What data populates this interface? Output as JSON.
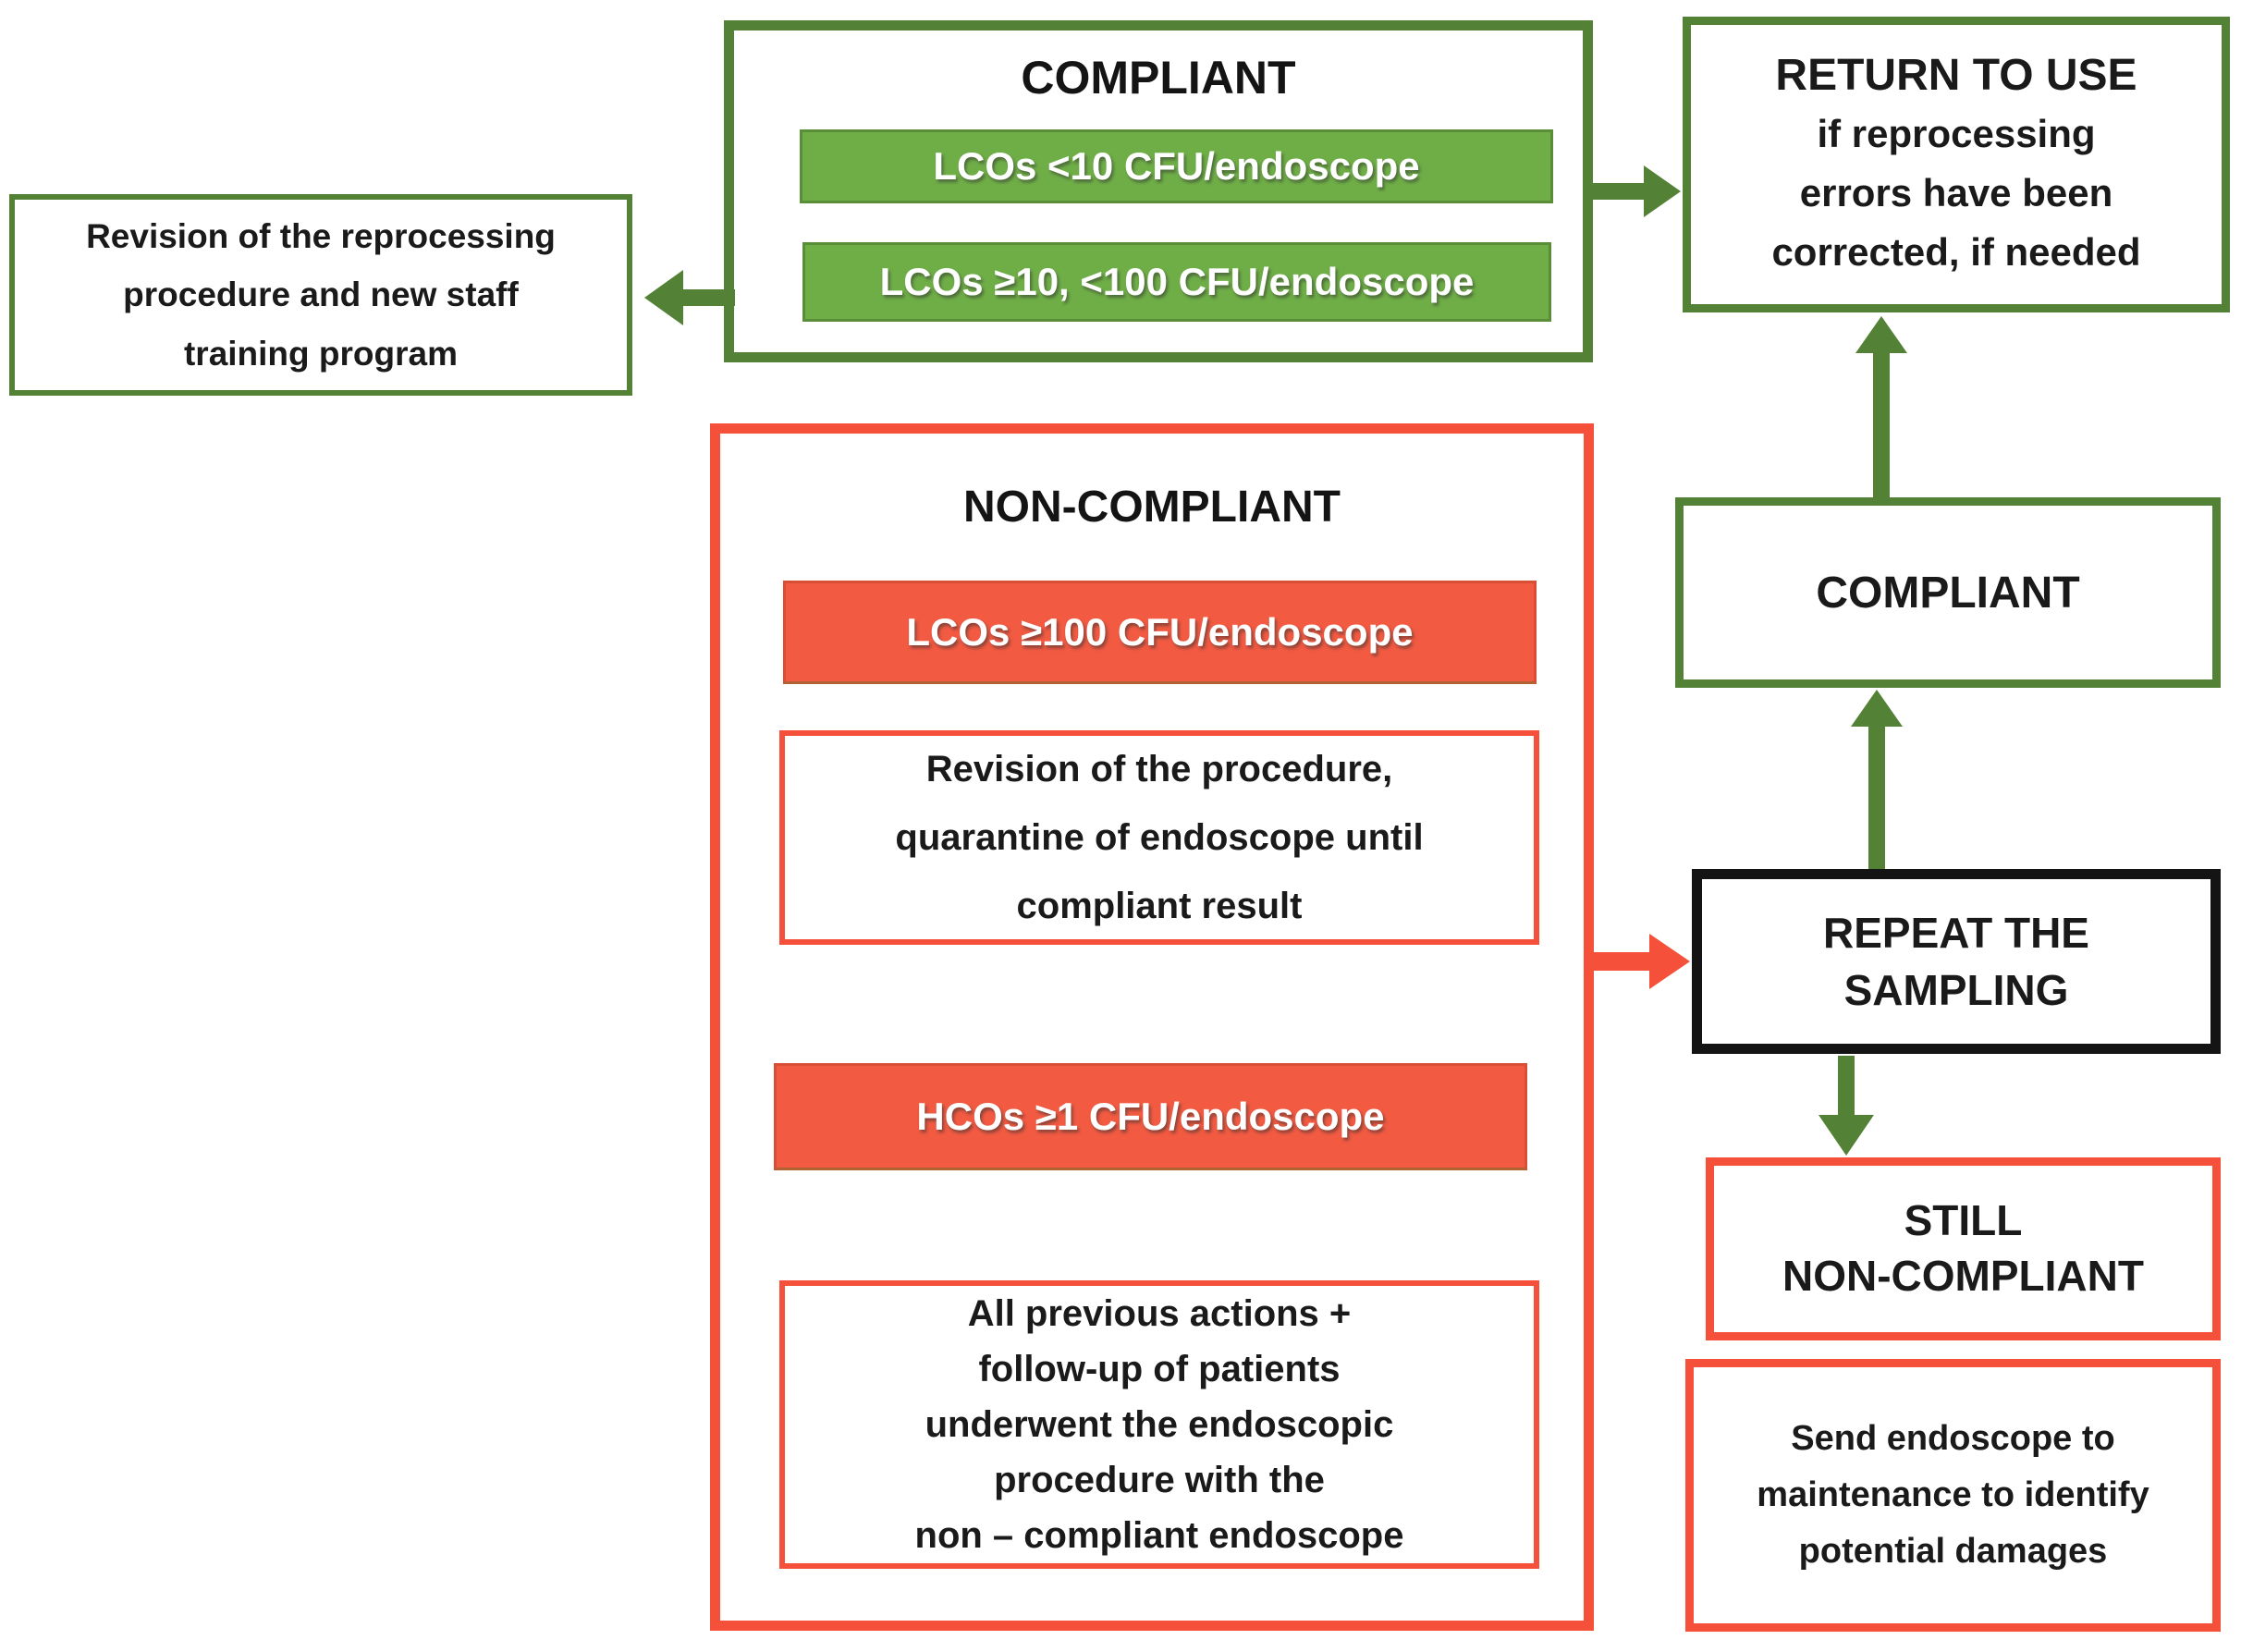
{
  "palette": {
    "green": "#538135",
    "green_fill": "#6fae47",
    "red": "#f4503a",
    "red_fill": "#f25a42",
    "black": "#141414",
    "text_black": "#1a1a1a",
    "text_white": "#ffffff"
  },
  "boxes": {
    "revision": {
      "text": "Revision of the reprocessing\nprocedure and new staff\ntraining program"
    },
    "compliant_group": {
      "title": "COMPLIANT",
      "items": [
        "LCOs <10 CFU/endoscope",
        "LCOs ≥10, <100 CFU/endoscope"
      ]
    },
    "return_to_use": {
      "title": "RETURN TO USE",
      "body": "if reprocessing\nerrors have been\ncorrected, if needed"
    },
    "noncompliant_group": {
      "title": "NON-COMPLIANT",
      "lco_badge": "LCOs ≥100 CFU/endoscope",
      "lco_action": "Revision of the procedure,\nquarantine of endoscope until\ncompliant result",
      "hco_badge": "HCOs ≥1 CFU/endoscope",
      "hco_action": "All previous actions +\nfollow-up of patients\nunderwent the endoscopic\nprocedure with the\nnon – compliant endoscope"
    },
    "compliant_result": {
      "title": "COMPLIANT"
    },
    "repeat_sampling": {
      "title": "REPEAT THE\nSAMPLING"
    },
    "still_noncompliant": {
      "title": "STILL\nNON-COMPLIANT"
    },
    "send_maintenance": {
      "text": "Send endoscope to\nmaintenance to identify\npotential damages"
    }
  },
  "arrows": [
    {
      "name": "compliant-to-return-to-use",
      "color": "#538135",
      "direction": "right"
    },
    {
      "name": "compliant-to-revision",
      "color": "#538135",
      "direction": "left"
    },
    {
      "name": "noncompliant-to-repeat-sampling",
      "color": "#f4503a",
      "direction": "right"
    },
    {
      "name": "repeat-sampling-to-compliant",
      "color": "#538135",
      "direction": "up"
    },
    {
      "name": "compliant-to-return-to-use-vertical",
      "color": "#538135",
      "direction": "up"
    },
    {
      "name": "repeat-sampling-to-still-noncompliant",
      "color": "#538135",
      "direction": "down"
    }
  ]
}
